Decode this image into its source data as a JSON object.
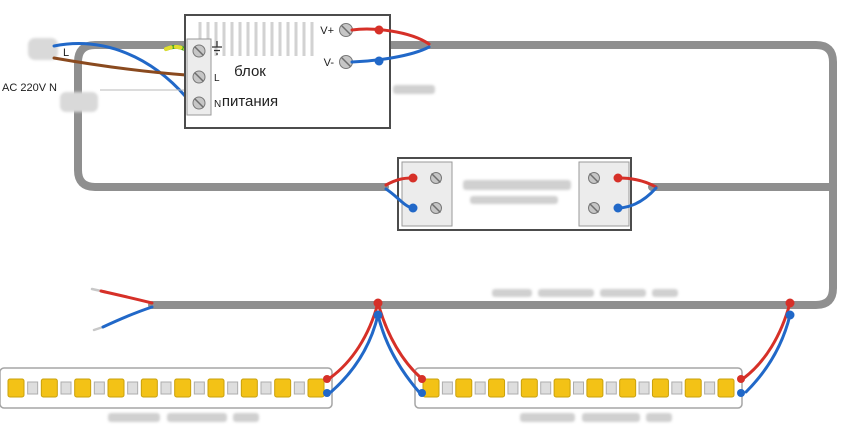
{
  "labels": {
    "ac": "AC 220V",
    "neutral": "N",
    "line": "L",
    "terminal_line": "L",
    "terminal_neutral": "N",
    "psu_name_1": "блок",
    "psu_name_2": "питания",
    "v_plus": "V+",
    "v_minus": "V-"
  },
  "colors": {
    "cable": "#8f8f8f",
    "wire_red": "#d63028",
    "wire_blue": "#2168c8",
    "wire_brown": "#8a4a1f",
    "wire_ground_green": "#3aa32a",
    "wire_ground_yellow": "#e3de2f",
    "led_yellow": "#f3c216"
  },
  "led_strips": {
    "count": 2,
    "leds_per_strip": 10
  }
}
